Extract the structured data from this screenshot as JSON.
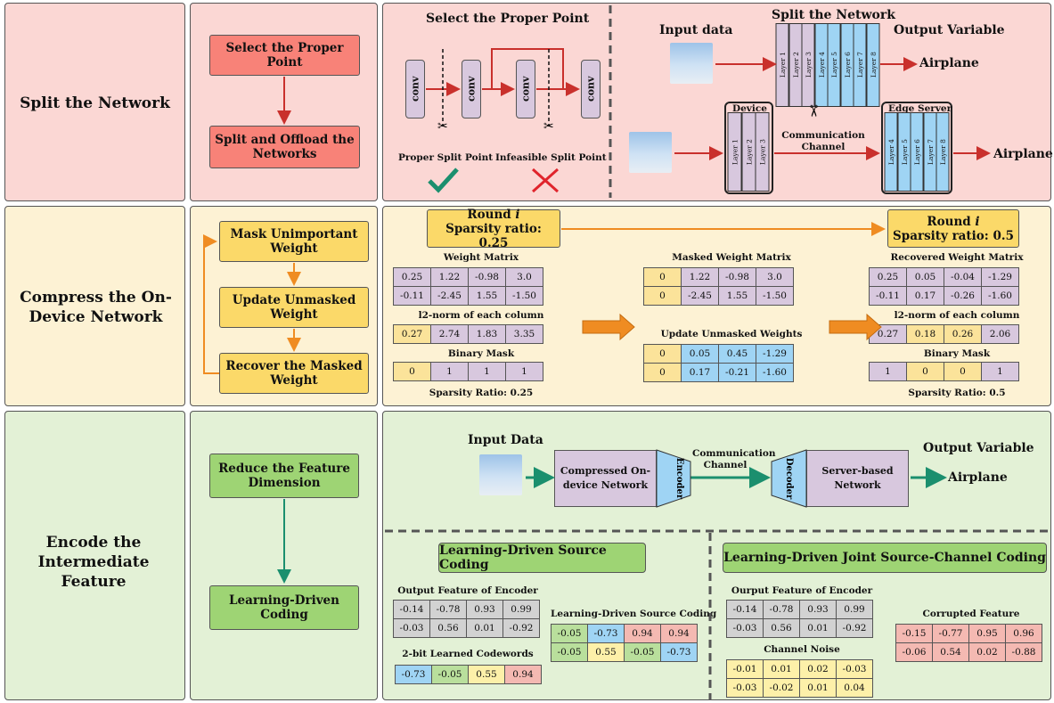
{
  "rows": {
    "split": {
      "title": "Split the Network",
      "steps": [
        "Select the Proper Point",
        "Split and Offload the Networks"
      ]
    },
    "compress": {
      "title": "Compress the On-Device Network",
      "steps": [
        "Mask Unimportant Weight",
        "Update Unmasked Weight",
        "Recover the Masked Weight"
      ]
    },
    "encode": {
      "title": "Encode the Intermediate Feature",
      "steps": [
        "Reduce the Feature Dimension",
        "Learning-Driven Coding"
      ]
    }
  },
  "split_panel": {
    "select_title": "Select the Proper Point",
    "conv_label": "conv",
    "proper_label": "Proper Split Point",
    "infeasible_label": "Infeasible Split Point",
    "split_title": "Split the Network",
    "input_label": "Input data",
    "output_label": "Output Variable",
    "result": "Airplane",
    "layers": [
      "Layer 1",
      "Layer 2",
      "Layer 3",
      "Layer 4",
      "Layer 5",
      "Layer 6",
      "Layer 7",
      "Layer 8"
    ],
    "device_label": "Device",
    "edge_label": "Edge Server",
    "channel_label": "Communication Channel"
  },
  "compress_panel": {
    "round_left": {
      "round": "Round",
      "i": "i",
      "ratio": "Sparsity ratio: 0.25"
    },
    "round_right": {
      "round": "Round",
      "i": "i",
      "ratio": "Sparsity ratio: 0.5"
    },
    "weight_title": "Weight Matrix",
    "weight": [
      [
        "0.25",
        "1.22",
        "-0.98",
        "3.0"
      ],
      [
        "-0.11",
        "-2.45",
        "1.55",
        "-1.50"
      ]
    ],
    "norm_title": "l2-norm of each column",
    "norm_left": [
      "0.27",
      "2.74",
      "1.83",
      "3.35"
    ],
    "mask_title": "Binary Mask",
    "mask_left": [
      "0",
      "1",
      "1",
      "1"
    ],
    "sparsity_left": "Sparsity Ratio: 0.25",
    "masked_title": "Masked Weight Matrix",
    "masked": [
      [
        "0",
        "1.22",
        "-0.98",
        "3.0"
      ],
      [
        "0",
        "-2.45",
        "1.55",
        "-1.50"
      ]
    ],
    "update_title": "Update Unmasked Weights",
    "updated": [
      [
        "0",
        "0.05",
        "0.45",
        "-1.29"
      ],
      [
        "0",
        "0.17",
        "-0.21",
        "-1.60"
      ]
    ],
    "recovered_title": "Recovered Weight Matrix",
    "recovered": [
      [
        "0.25",
        "0.05",
        "-0.04",
        "-1.29"
      ],
      [
        "-0.11",
        "0.17",
        "-0.26",
        "-1.60"
      ]
    ],
    "norm_right": [
      "0.27",
      "0.18",
      "0.26",
      "2.06"
    ],
    "mask_right": [
      "1",
      "0",
      "0",
      "1"
    ],
    "sparsity_right": "Sparsity Ratio: 0.5"
  },
  "encode_panel": {
    "input_label": "Input Data",
    "output_label": "Output Variable",
    "result": "Airplane",
    "compressed_net": "Compressed On-device Network",
    "encoder": "Encoder",
    "decoder": "Decoder",
    "server_net": "Server-based Network",
    "channel_label": "Communication Channel",
    "lsc_title": "Learning-Driven Source Coding",
    "jscc_title": "Learning-Driven Joint Source-Channel Coding",
    "out_feat_title": "Output Feature of Encoder",
    "out_feat": [
      [
        "-0.14",
        "-0.78",
        "0.93",
        "0.99"
      ],
      [
        "-0.03",
        "0.56",
        "0.01",
        "-0.92"
      ]
    ],
    "codewords_title": "2-bit Learned Codewords",
    "codewords": [
      "-0.73",
      "-0.05",
      "0.55",
      "0.94"
    ],
    "lsc_result_title": "Learning-Driven Source Coding",
    "lsc_result": [
      [
        "-0.05",
        "-0.73",
        "0.94",
        "0.94"
      ],
      [
        "-0.05",
        "0.55",
        "-0.05",
        "-0.73"
      ]
    ],
    "out_feat2_title": "Ourput Feature of Encoder",
    "out_feat2": [
      [
        "-0.14",
        "-0.78",
        "0.93",
        "0.99"
      ],
      [
        "-0.03",
        "0.56",
        "0.01",
        "-0.92"
      ]
    ],
    "noise_title": "Channel Noise",
    "noise": [
      [
        "-0.01",
        "0.01",
        "0.02",
        "-0.03"
      ],
      [
        "-0.03",
        "-0.02",
        "0.01",
        "0.04"
      ]
    ],
    "corrupted_title": "Corrupted Feature",
    "corrupted": [
      [
        "-0.15",
        "-0.77",
        "0.95",
        "0.96"
      ],
      [
        "-0.06",
        "0.54",
        "0.02",
        "-0.88"
      ]
    ]
  }
}
